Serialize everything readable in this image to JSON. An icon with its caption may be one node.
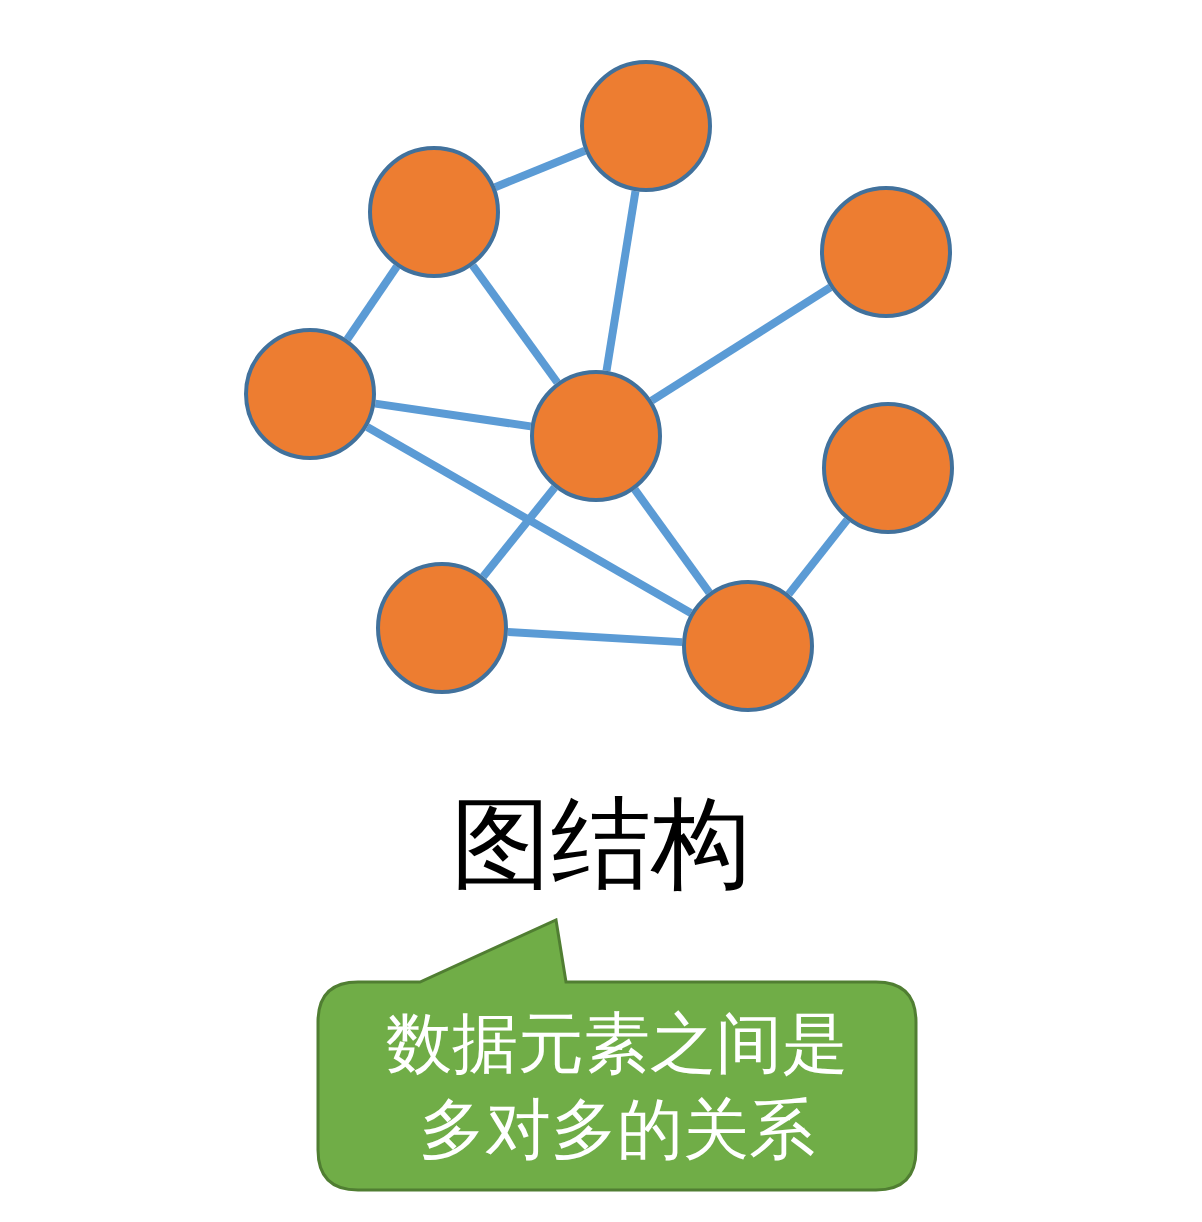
{
  "diagram": {
    "caption": "图结构",
    "nodes": [
      {
        "text": [],
        "shape": "circle"
      },
      {
        "text": [],
        "shape": "circle"
      },
      {
        "text": [],
        "shape": "circle"
      },
      {
        "text": [],
        "shape": "circle"
      },
      {
        "text": [],
        "shape": "circle"
      },
      {
        "text": [],
        "shape": "circle"
      },
      {
        "text": [],
        "shape": "circle"
      },
      {
        "text": [],
        "shape": "circle"
      },
      {
        "text": [
          "数据元素之间是多对多的关系"
        ]
      }
    ],
    "edges": [
      {
        "from": 0,
        "to": 1,
        "arrow": "none"
      },
      {
        "from": 0,
        "to": 4,
        "arrow": "none"
      },
      {
        "from": 1,
        "to": 3,
        "arrow": "none"
      },
      {
        "from": 1,
        "to": 4,
        "arrow": "none"
      },
      {
        "from": 4,
        "to": 2,
        "arrow": "none"
      },
      {
        "from": 3,
        "to": 4,
        "arrow": "none"
      },
      {
        "from": 3,
        "to": 7,
        "arrow": "none"
      },
      {
        "from": 4,
        "to": 6,
        "arrow": "none"
      },
      {
        "from": 4,
        "to": 7,
        "arrow": "none"
      },
      {
        "from": 7,
        "to": 5,
        "arrow": "none"
      },
      {
        "from": 6,
        "to": 7,
        "arrow": "none"
      }
    ]
  }
}
